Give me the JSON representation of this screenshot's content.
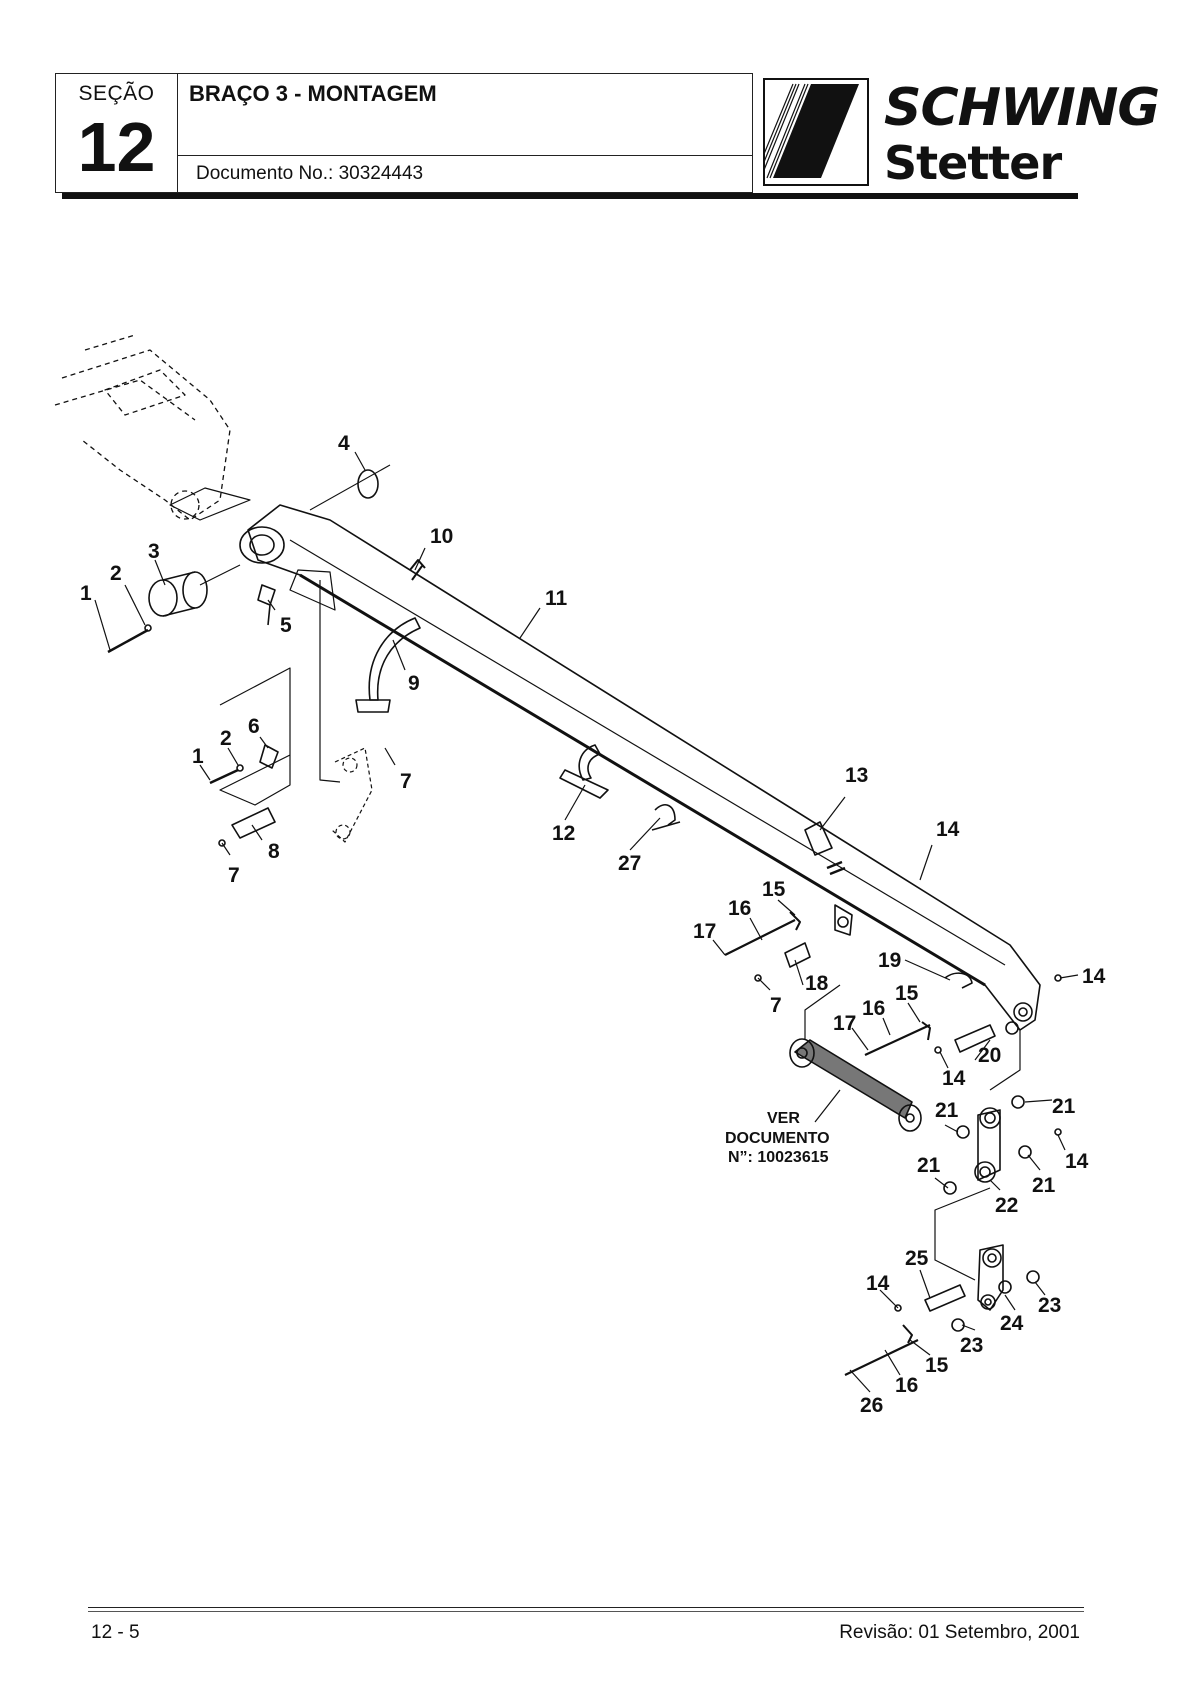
{
  "header": {
    "section_label": "SEÇÃO",
    "section_number": "12",
    "title": "BRAÇO 3 - MONTAGEM",
    "document_number": "Documento No.: 30324443"
  },
  "logo": {
    "line1": "SCHWING",
    "line2": "Stetter"
  },
  "diagram": {
    "callouts": [
      "1",
      "2",
      "3",
      "4",
      "5",
      "1",
      "2",
      "6",
      "7",
      "8",
      "7",
      "9",
      "10",
      "11",
      "12",
      "27",
      "13",
      "14",
      "14",
      "15",
      "16",
      "17",
      "7",
      "18",
      "19",
      "15",
      "16",
      "17",
      "14",
      "20",
      "21",
      "21",
      "21",
      "21",
      "22",
      "14",
      "25",
      "14",
      "23",
      "24",
      "23",
      "15",
      "16",
      "26"
    ],
    "reference_note": [
      "VER",
      "DOCUMENTO",
      "N”: 10023615"
    ]
  },
  "footer": {
    "page": "12 - 5",
    "revision": "Revisão: 01 Setembro, 2001"
  }
}
